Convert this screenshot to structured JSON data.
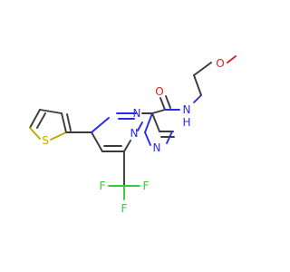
{
  "atoms": {
    "s": {
      "label": "S",
      "color": "#c2a800"
    },
    "n_ring6": {
      "label": "N",
      "color": "#2a2aee"
    },
    "n_bridge": {
      "label": "N",
      "color": "#2a2aee"
    },
    "n_ring5": {
      "label": "N",
      "color": "#2a2aee"
    },
    "nh": {
      "label": "N",
      "color": "#2a2aee"
    },
    "h": {
      "label": "H",
      "color": "#2a2aee"
    },
    "o_carbonyl": {
      "label": "O",
      "color": "#e02020"
    },
    "o_ether": {
      "label": "O",
      "color": "#e02020"
    },
    "f1": {
      "label": "F",
      "color": "#33cc33"
    },
    "f2": {
      "label": "F",
      "color": "#33cc33"
    },
    "f3": {
      "label": "F",
      "color": "#33cc33"
    }
  }
}
